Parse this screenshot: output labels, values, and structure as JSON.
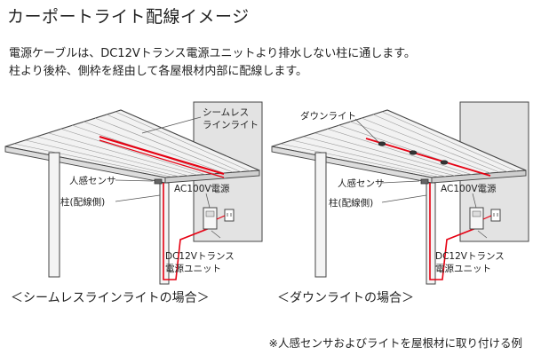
{
  "title": "カーポートライト配線イメージ",
  "description": {
    "line1": "電源ケーブルは、DC12Vトランス電源ユニットより排水しない柱に通します。",
    "line2": "柱より後枠、側枠を経由して各屋根材内部に配線します。"
  },
  "diagrams": [
    {
      "callouts": {
        "light": [
          "シームレス",
          "ラインライト"
        ],
        "sensor": "人感センサ",
        "pillar": "柱(配線側)",
        "ac_power": "AC100V電源",
        "transformer": [
          "DC12Vトランス",
          "電源ユニット"
        ]
      },
      "caption": "＜シームレスラインライトの場合＞"
    },
    {
      "callouts": {
        "light": [
          "ダウンライト"
        ],
        "sensor": "人感センサ",
        "pillar": "柱(配線側)",
        "ac_power": "AC100V電源",
        "transformer": [
          "DC12Vトランス",
          "電源ユニット"
        ]
      },
      "caption": "＜ダウンライトの場合＞"
    }
  ],
  "footnote": "※人感センサおよびライトを屋根材に取り付ける例",
  "colors": {
    "wiring": "#e60012",
    "outline": "#444444",
    "wall": "#e3e3e3",
    "roof": "#f2f2f2"
  }
}
